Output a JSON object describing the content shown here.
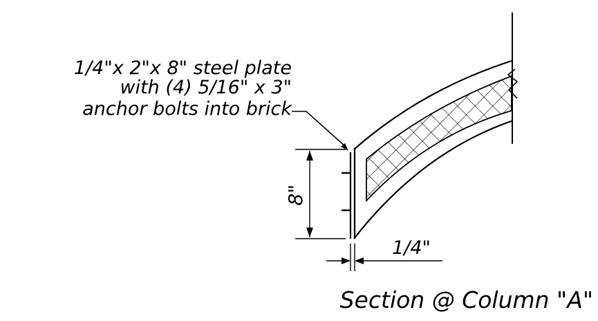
{
  "callout": {
    "line1": "1/4\"x 2\"x 8\" steel plate",
    "line2": "with (4) 5/16\" x 3\"",
    "line3": "anchor bolts into brick"
  },
  "dimensions": {
    "height": "8\"",
    "thickness": "1/4\""
  },
  "caption": "Section @ Column \"A\""
}
